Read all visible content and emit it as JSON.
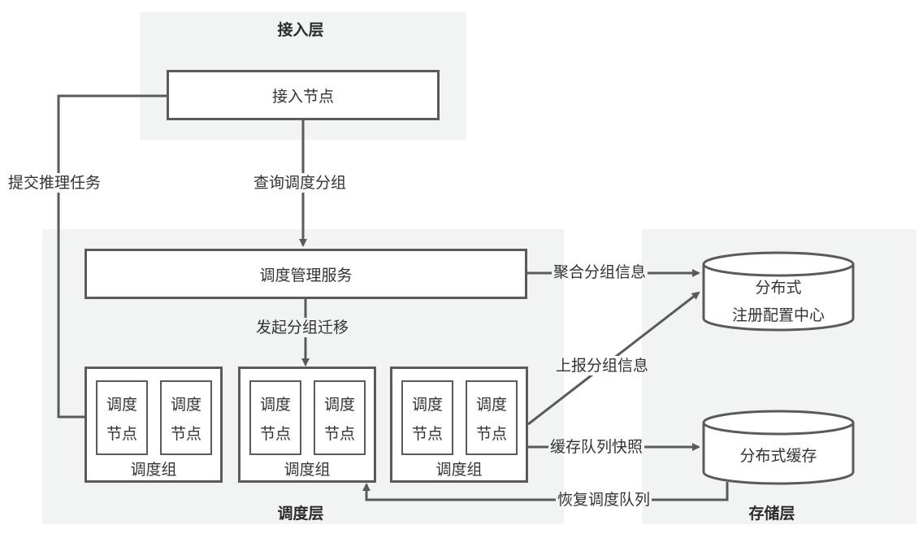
{
  "layers": {
    "access": {
      "title": "接入层"
    },
    "scheduling": {
      "title": "调度层"
    },
    "storage": {
      "title": "存储层"
    }
  },
  "access_node": {
    "label": "接入节点"
  },
  "schedule_service": {
    "label": "调度管理服务"
  },
  "groups": [
    {
      "label": "调度组",
      "nodes": [
        {
          "line1": "调度",
          "line2": "节点"
        },
        {
          "line1": "调度",
          "line2": "节点"
        }
      ]
    },
    {
      "label": "调度组",
      "nodes": [
        {
          "line1": "调度",
          "line2": "节点"
        },
        {
          "line1": "调度",
          "line2": "节点"
        }
      ]
    },
    {
      "label": "调度组",
      "nodes": [
        {
          "line1": "调度",
          "line2": "节点"
        },
        {
          "line1": "调度",
          "line2": "节点"
        }
      ]
    }
  ],
  "registry": {
    "line1": "分布式",
    "line2": "注册配置中心"
  },
  "cache": {
    "label": "分布式缓存"
  },
  "edges": {
    "submit_task": "提交推理任务",
    "query_group": "查询调度分组",
    "start_migration": "发起分组迁移",
    "aggregate_info": "聚合分组信息",
    "report_info": "上报分组信息",
    "cache_snapshot": "缓存队列快照",
    "restore_queue": "恢复调度队列"
  },
  "colors": {
    "line": "#5a5a5a",
    "panel": "#f2f4f3",
    "box": "#ffffff"
  }
}
